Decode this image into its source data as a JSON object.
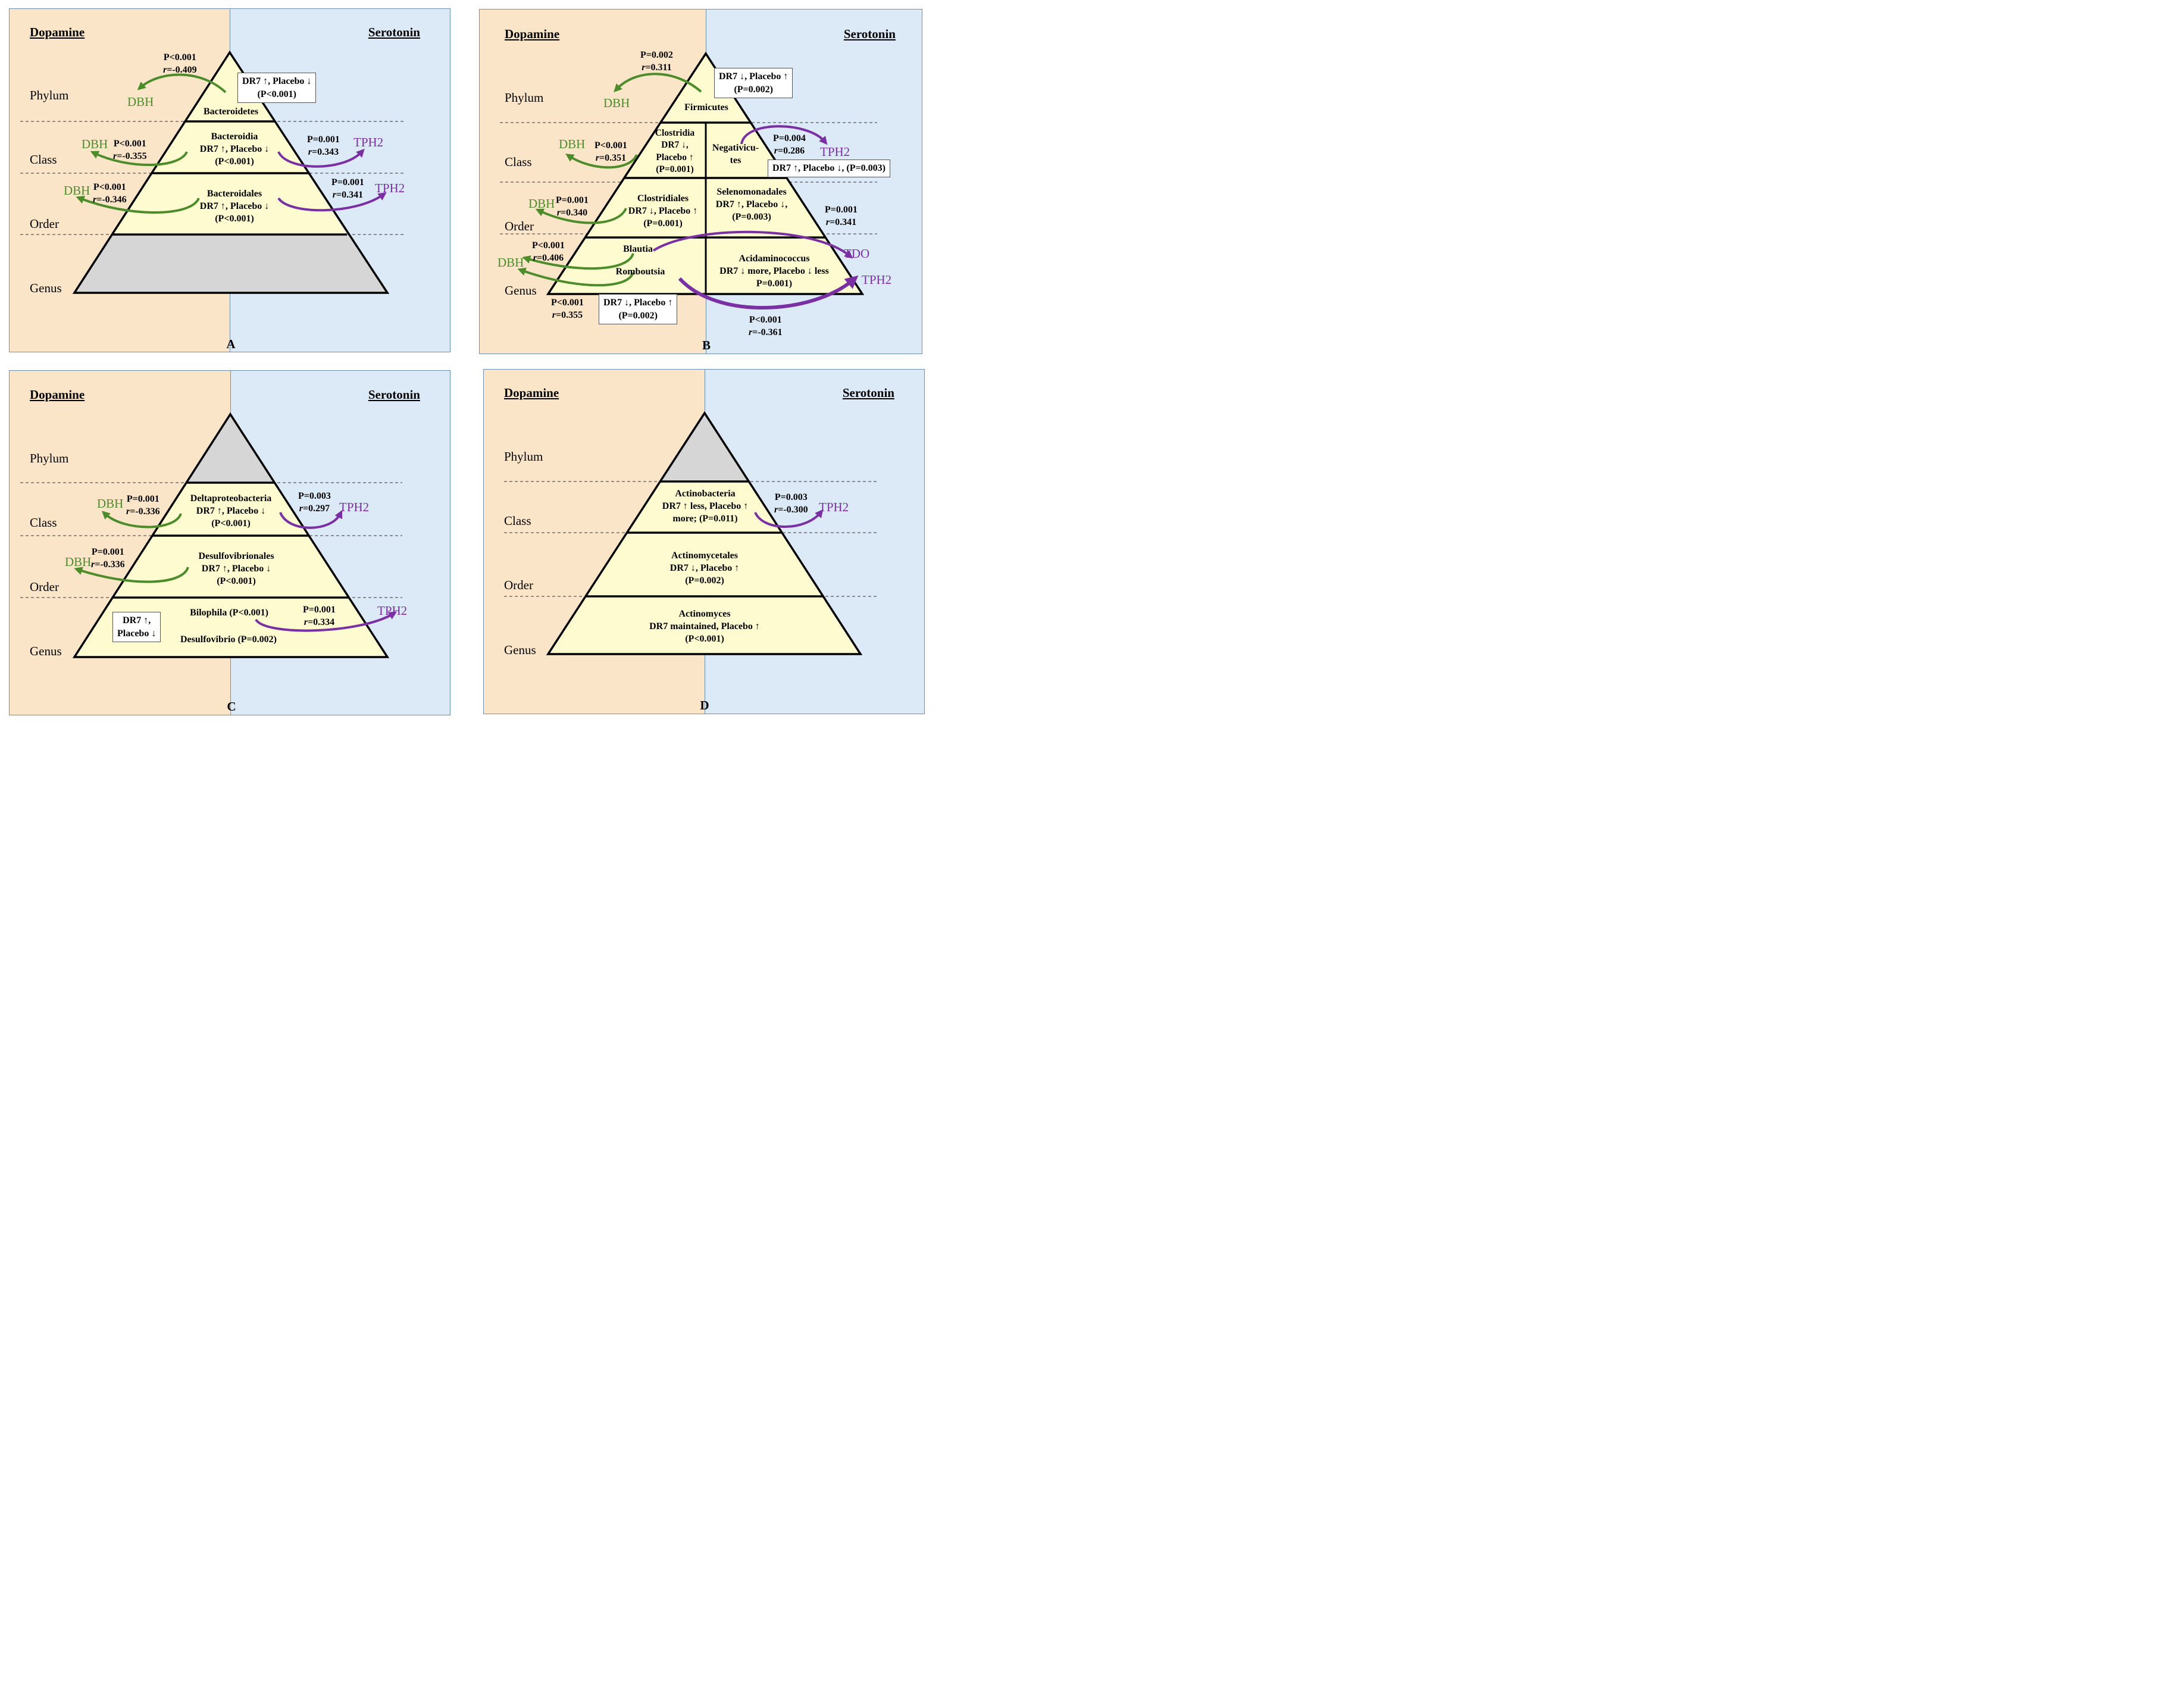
{
  "r_symbol": "r",
  "colors": {
    "dopamine_bg": "#fbe5c8",
    "serotonin_bg": "#dce9f7",
    "pyramid_fill": "#fefbd0",
    "no_data_fill": "#d6d6d6",
    "dbh": "#4c8c2b",
    "tph2": "#7a2fa3"
  },
  "panels": {
    "A": {
      "letter": "A",
      "dopamine": "Dopamine",
      "serotonin": "Serotonin",
      "ranks": {
        "phylum": "Phylum",
        "class": "Class",
        "order": "Order",
        "genus": "Genus"
      },
      "phylum": {
        "taxon": "Bacteroidetes",
        "box": [
          "DR7 ↑, Placebo ↓",
          "(P<0.001)"
        ],
        "dbh": {
          "label": "DBH",
          "p": "P<0.001",
          "r": "=-0.409"
        }
      },
      "class": {
        "taxon": [
          "Bacteroidia",
          "DR7 ↑, Placebo ↓",
          "(P<0.001)"
        ],
        "dbh": {
          "label": "DBH",
          "p": "P<0.001",
          "r": "=-0.355"
        },
        "tph2": {
          "label": "TPH2",
          "p": "P=0.001",
          "r": "=0.343"
        }
      },
      "order": {
        "taxon": [
          "Bacteroidales",
          "DR7 ↑, Placebo ↓",
          "(P<0.001)"
        ],
        "dbh": {
          "label": "DBH",
          "p": "P<0.001",
          "r": "=-0.346"
        },
        "tph2": {
          "label": "TPH2",
          "p": "P=0.001",
          "r": "=0.341"
        }
      }
    },
    "B": {
      "letter": "B",
      "dopamine": "Dopamine",
      "serotonin": "Serotonin",
      "ranks": {
        "phylum": "Phylum",
        "class": "Class",
        "order": "Order",
        "genus": "Genus"
      },
      "phylum": {
        "taxon": "Firmicutes",
        "box": [
          "DR7 ↓, Placebo ↑",
          "(P=0.002)"
        ],
        "dbh": {
          "label": "DBH",
          "p": "P=0.002",
          "r": "=0.311"
        }
      },
      "class": {
        "clostridia": [
          "Clostridia",
          "DR7 ↓,",
          "Placebo ↑",
          "(P=0.001)"
        ],
        "negativicutes": [
          "Negativicu-",
          "tes"
        ],
        "box": "DR7 ↑, Placebo ↓, (P=0.003)",
        "dbh": {
          "label": "DBH",
          "p": "P<0.001",
          "r": "=0.351"
        },
        "tph2": {
          "label": "TPH2",
          "p": "P=0.004",
          "r": "=0.286"
        }
      },
      "order": {
        "clostridiales": [
          "Clostridiales",
          "DR7 ↓, Placebo ↑",
          "(P=0.001)"
        ],
        "selenomonadales": [
          "Selenomonadales",
          "DR7 ↑, Placebo ↓,",
          "(P=0.003)"
        ],
        "dbh": {
          "label": "DBH",
          "p": "P=0.001",
          "r": "=0.340"
        },
        "tdo_stat": {
          "p": "P=0.001",
          "r": "=0.341"
        }
      },
      "genus": {
        "blautia": "Blautia",
        "romboutsia": "Romboutsia",
        "acidaminococcus": [
          "Acidaminococcus",
          "DR7 ↓ more, Placebo ↓ less",
          "P=0.001)"
        ],
        "box": [
          "DR7 ↓, Placebo ↑",
          "(P=0.002)"
        ],
        "dbh": {
          "label": "DBH",
          "p": "P<0.001",
          "r": "=0.406"
        },
        "romboutsia_stat": {
          "p": "P<0.001",
          "r": "=0.355"
        },
        "tdo": {
          "label": "TDO"
        },
        "tph2": {
          "label": "TPH2",
          "p": "P<0.001",
          "r": "=-0.361"
        }
      }
    },
    "C": {
      "letter": "C",
      "dopamine": "Dopamine",
      "serotonin": "Serotonin",
      "ranks": {
        "phylum": "Phylum",
        "class": "Class",
        "order": "Order",
        "genus": "Genus"
      },
      "class": {
        "taxon": [
          "Deltaproteobacteria",
          "DR7 ↑, Placebo ↓",
          "(P<0.001)"
        ],
        "dbh": {
          "label": "DBH",
          "p": "P=0.001",
          "r": "=-0.336"
        },
        "tph2": {
          "label": "TPH2",
          "p": "P=0.003",
          "r": "=0.297"
        }
      },
      "order": {
        "taxon": [
          "Desulfovibrionales",
          "DR7 ↑, Placebo ↓",
          "(P<0.001)"
        ],
        "dbh": {
          "label": "DBH",
          "p": "P=0.001",
          "r": "=-0.336"
        }
      },
      "genus": {
        "box": [
          "DR7 ↑,",
          "Placebo ↓"
        ],
        "bilophila": "Bilophila (P<0.001)",
        "desulfovibrio": "Desulfovibrio (P=0.002)",
        "tph2": {
          "label": "TPH2",
          "p": "P=0.001",
          "r": "=0.334"
        }
      }
    },
    "D": {
      "letter": "D",
      "dopamine": "Dopamine",
      "serotonin": "Serotonin",
      "ranks": {
        "phylum": "Phylum",
        "class": "Class",
        "order": "Order",
        "genus": "Genus"
      },
      "class": {
        "taxon": [
          "Actinobacteria",
          "DR7 ↑ less, Placebo ↑",
          "more; (P=0.011)"
        ],
        "tph2": {
          "label": "TPH2",
          "p": "P=0.003",
          "r": "=-0.300"
        }
      },
      "order": {
        "taxon": [
          "Actinomycetales",
          "DR7 ↓,  Placebo ↑",
          "(P=0.002)"
        ]
      },
      "genus": {
        "taxon": [
          "Actinomyces",
          "DR7 maintained,  Placebo ↑",
          "(P<0.001)"
        ]
      }
    }
  }
}
